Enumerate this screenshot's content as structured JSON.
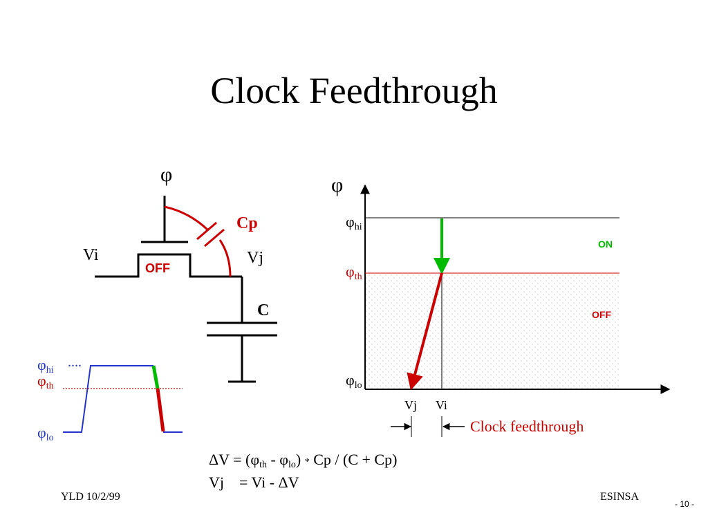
{
  "slide": {
    "title": "Clock Feedthrough",
    "footer_left": "YLD 10/2/99",
    "footer_right": "ESINSA",
    "page_number": "- 10 -"
  },
  "circuit": {
    "gate_label": "φ",
    "parasitic_cap_label": "Cp",
    "input_label": "Vi",
    "output_label": "Vj",
    "switch_state": "OFF",
    "load_cap_label": "C"
  },
  "waveform": {
    "phi_hi": {
      "base": "φ",
      "sub": "hi"
    },
    "phi_th": {
      "base": "φ",
      "sub": "th"
    },
    "phi_lo": {
      "base": "φ",
      "sub": "lo"
    },
    "dots": "...."
  },
  "graph": {
    "y_axis_label": "φ",
    "levels": {
      "hi": {
        "base": "φ",
        "sub": "hi"
      },
      "th": {
        "base": "φ",
        "sub": "th"
      },
      "lo": {
        "base": "φ",
        "sub": "lo"
      }
    },
    "region_on": "ON",
    "region_off": "OFF",
    "x_tick_vj": "Vj",
    "x_tick_vi": "Vi",
    "annotation": "Clock feedthrough"
  },
  "formulas": {
    "line1": {
      "prefix": "ΔV = (φ",
      "sub1": "th",
      "mid": " - φ",
      "sub2": "lo",
      "close": ") ",
      "op": "*",
      "suffix": " Cp / (C + Cp)"
    },
    "line2": {
      "lhs": "Vj",
      "rhs": "= Vi - ΔV"
    }
  },
  "colors": {
    "level_red": "#cc0000",
    "waveform_blue": "#2233cc",
    "on_green": "#00bb00",
    "arrow_red": "#cc0000",
    "off_text_red": "#cc0000"
  }
}
